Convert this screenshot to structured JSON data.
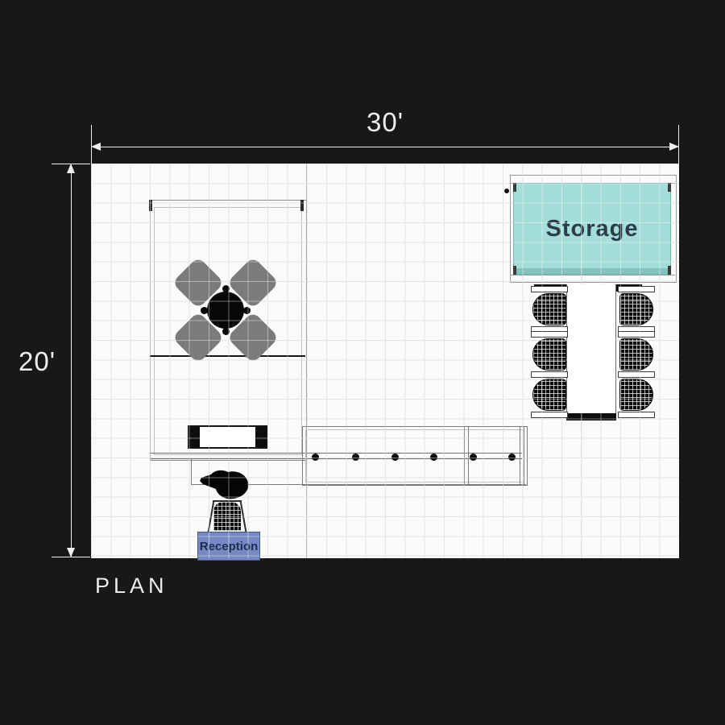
{
  "page": {
    "type_label": "PLAN"
  },
  "dimensions": {
    "width_label": "30'",
    "height_label": "20'"
  },
  "rooms": {
    "storage_label": "Storage",
    "reception_label": "Reception"
  },
  "colors": {
    "background": "#181818",
    "floor": "#fbfbfb",
    "grid": "#cfcfcf",
    "dimension": "#efefef",
    "wall": "#8a8a8a",
    "wall_light": "#c0c0c0",
    "heavy": "#161616",
    "chair_gray": "#7b7b7b",
    "storage_fill": "#a3ded9",
    "storage_border": "#74b8b2",
    "storage_text": "#2d3c4c",
    "reception_fill": "#7589c2",
    "reception_border": "#41528a",
    "reception_text": "#1d2e52"
  },
  "furniture": {
    "counter_dot_xs": [
      273.5,
      323.5,
      372.5,
      420.5,
      469.5,
      517.5
    ],
    "counter_dot_y": 359.5,
    "conference_cols_x": [
      544,
      652
    ],
    "conference_rows_y": [
      152,
      208,
      258
    ],
    "dining_chair_centers": [
      [
        133,
        148
      ],
      [
        201,
        148
      ],
      [
        133,
        216
      ],
      [
        201,
        216
      ]
    ],
    "round_table_nubs": [
      [
        167,
        155.5
      ],
      [
        167,
        208.5
      ],
      [
        140.5,
        182
      ],
      [
        193.5,
        182
      ]
    ]
  }
}
